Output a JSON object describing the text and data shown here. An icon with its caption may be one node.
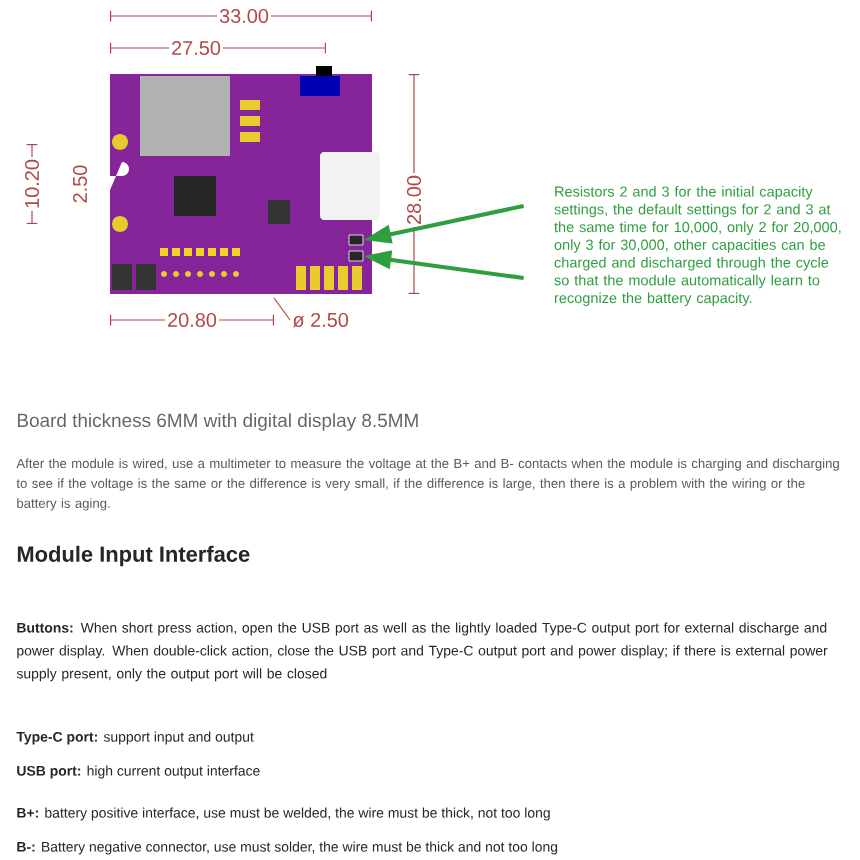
{
  "diagram": {
    "nodes": [
      {
        "text": [
          "Resistors 2 and 3 for the initial capacity settings, the default settings for 2 and 3 at the same time for 10,000, only 2 for 20,000, only 3 for 30,000, other capacities can be charged and discharged through the cycle so that the module automatically learn to recognize the battery capacity."
        ]
      },
      {
        "text": [],
        "shape": "box"
      },
      {
        "text": [],
        "shape": "box"
      }
    ],
    "edges": [
      {
        "from": 0,
        "to": 1,
        "arrow": "to"
      },
      {
        "from": 0,
        "to": 2,
        "arrow": "to"
      }
    ],
    "labels": [
      "33.00",
      "27.50",
      "10.20",
      "2.50",
      "28.00",
      "20.80",
      "ø 2.50",
      "Board thickness 6MM with digital display 8.5MM",
      "After the module is wired, use a multimeter to measure the voltage at the B+ and B- contacts when the module is charging and discharging to see if the voltage is the same or the difference is very small, if the difference is large, then there is a problem with the wiring or the battery is aging.",
      "Module Input Interface",
      "**Buttons:** When short press action, open the USB port as well as the lightly loaded Type-C output port for external discharge and power display. When double-click action, close the USB port and Type-C output port and power display; if there is external power supply present, only the output port will be closed",
      "**Type-C port:** support input and output",
      "**USB port:** high current output interface",
      "**B+:** battery positive interface, use must be welded, the wire must be thick, not too long",
      "**B-:** Battery negative connector, use must solder, the wire must be thick and not too long"
    ]
  }
}
